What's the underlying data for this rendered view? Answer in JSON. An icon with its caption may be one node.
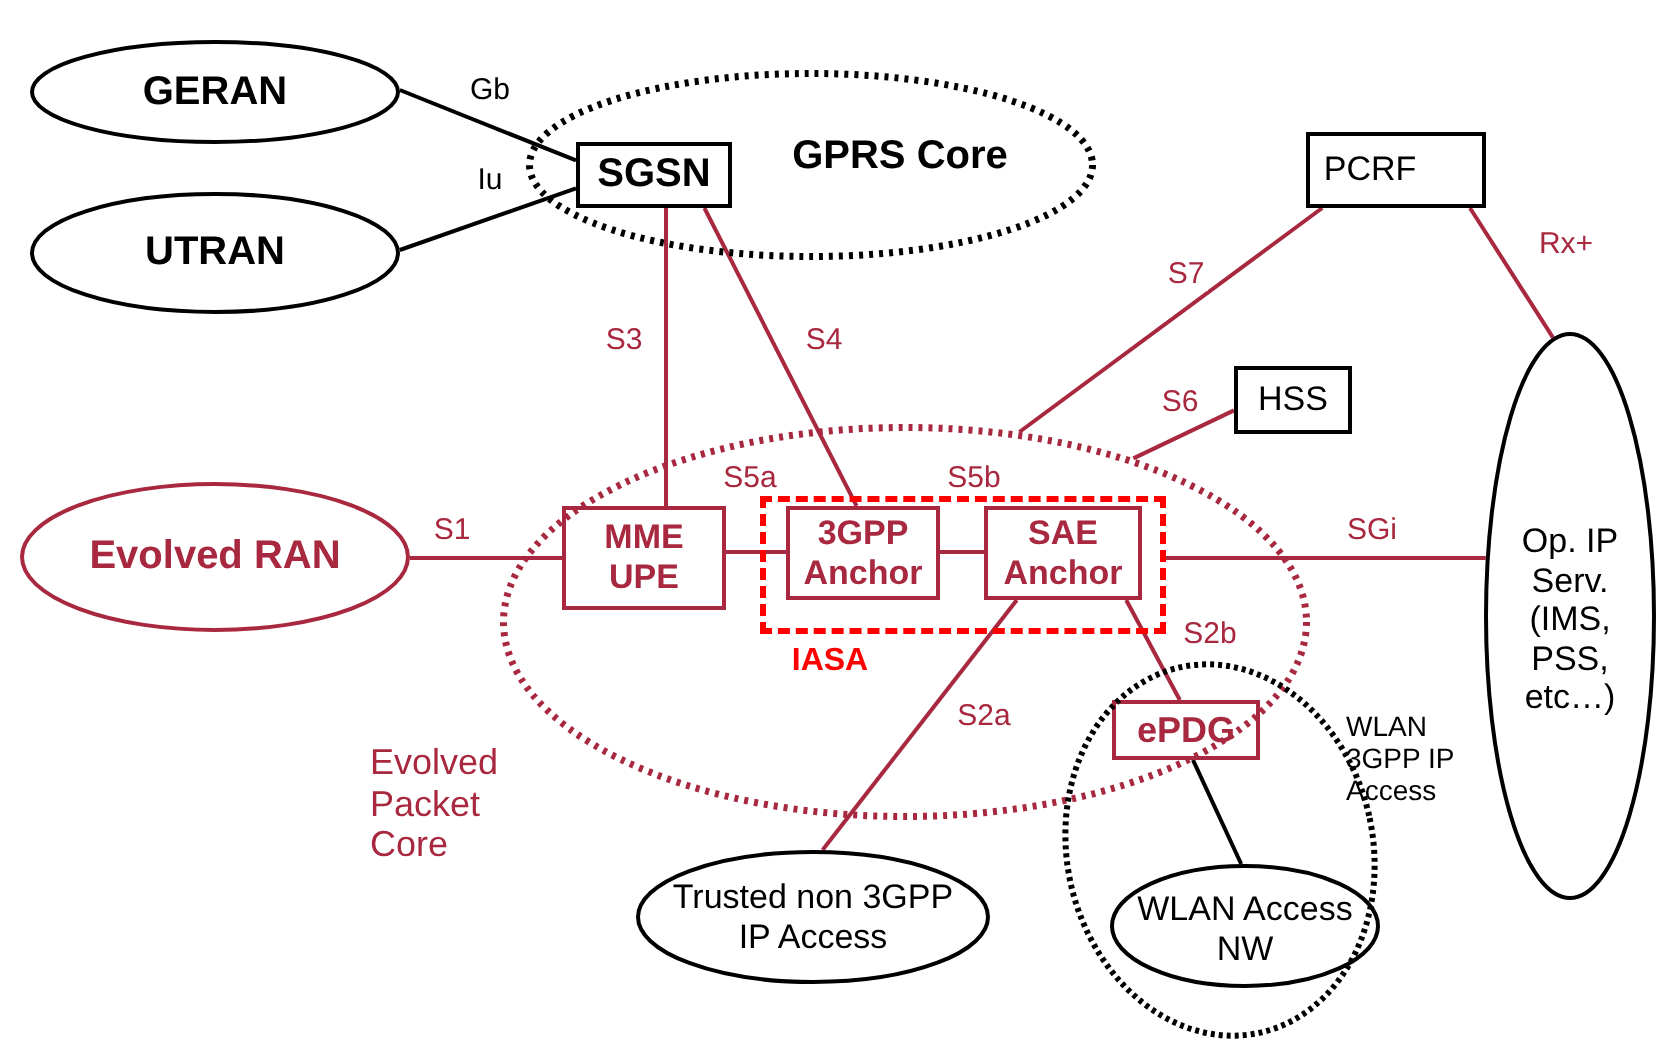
{
  "diagram": {
    "nodes": [
      {
        "text": [
          "GERAN"
        ]
      },
      {
        "text": [
          "UTRAN"
        ]
      },
      {
        "text": [
          "GPRS Core"
        ]
      },
      {
        "text": [
          "SGSN"
        ],
        "in": 2
      },
      {
        "text": [
          "PCRF"
        ]
      },
      {
        "text": [
          "HSS"
        ]
      },
      {
        "text": [
          "Op. IP Serv. (IMS, PSS, etc…)"
        ]
      },
      {
        "text": [
          "Evolved RAN"
        ]
      },
      {
        "text": [
          "Evolved Packet Core"
        ]
      },
      {
        "text": [
          "MME UPE"
        ],
        "in": 8
      },
      {
        "text": [
          "IASA"
        ],
        "in": 8
      },
      {
        "text": [
          "3GPP Anchor"
        ],
        "in": 10
      },
      {
        "text": [
          "SAE Anchor"
        ],
        "in": 10
      },
      {
        "text": [
          "ePDG"
        ]
      },
      {
        "text": [
          "WLAN 3GPP IP Access"
        ]
      },
      {
        "text": [
          "WLAN Access NW"
        ],
        "in": 14
      },
      {
        "text": [
          "Trusted non 3GPP IP Access"
        ]
      }
    ],
    "edges": [
      {
        "from": 0,
        "to": 3,
        "arrow": "none",
        "label": "Gb",
        "color": "#000000"
      },
      {
        "from": 1,
        "to": 3,
        "arrow": "none",
        "label": "Iu",
        "color": "#000000"
      },
      {
        "from": 3,
        "to": 9,
        "arrow": "none",
        "label": "S3"
      },
      {
        "from": 3,
        "to": 11,
        "arrow": "none",
        "label": "S4"
      },
      {
        "from": 7,
        "to": 9,
        "arrow": "none",
        "label": "S1"
      },
      {
        "from": 9,
        "to": 11,
        "arrow": "none",
        "label": "S5a"
      },
      {
        "from": 11,
        "to": 12,
        "arrow": "none",
        "label": "S5b"
      },
      {
        "from": 4,
        "to": 8,
        "arrow": "none",
        "label": "S7"
      },
      {
        "from": 5,
        "to": 8,
        "arrow": "none",
        "label": "S6"
      },
      {
        "from": 10,
        "to": 6,
        "arrow": "none",
        "label": "SGi"
      },
      {
        "from": 4,
        "to": 6,
        "arrow": "none",
        "label": "Rx+"
      },
      {
        "from": 12,
        "to": 16,
        "arrow": "none",
        "label": "S2a"
      },
      {
        "from": 12,
        "to": 13,
        "arrow": "none",
        "label": "S2b"
      },
      {
        "from": 13,
        "to": 15,
        "arrow": "none",
        "color": "#000000"
      }
    ]
  }
}
